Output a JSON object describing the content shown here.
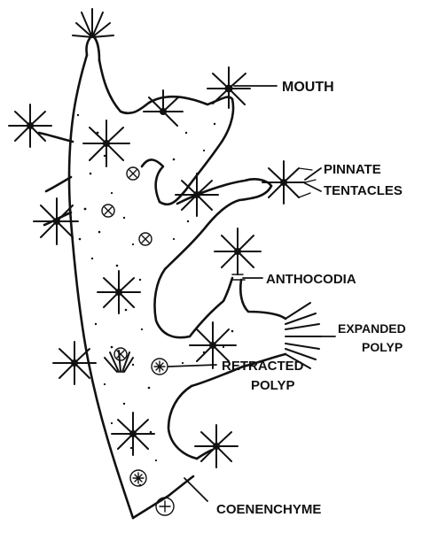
{
  "labels": {
    "mouth": "MOUTH",
    "pinnate_1": "PINNATE",
    "pinnate_2": "TENTACLES",
    "anthocodia": "ANTHOCODIA",
    "expanded_1": "EXPANDED",
    "expanded_2": "POLYP",
    "retracted_1": "RETRACTED",
    "retracted_2": "POLYP",
    "coenenchyme": "COENENCHYME"
  },
  "colors": {
    "ink": "#111111",
    "background": "#ffffff"
  }
}
